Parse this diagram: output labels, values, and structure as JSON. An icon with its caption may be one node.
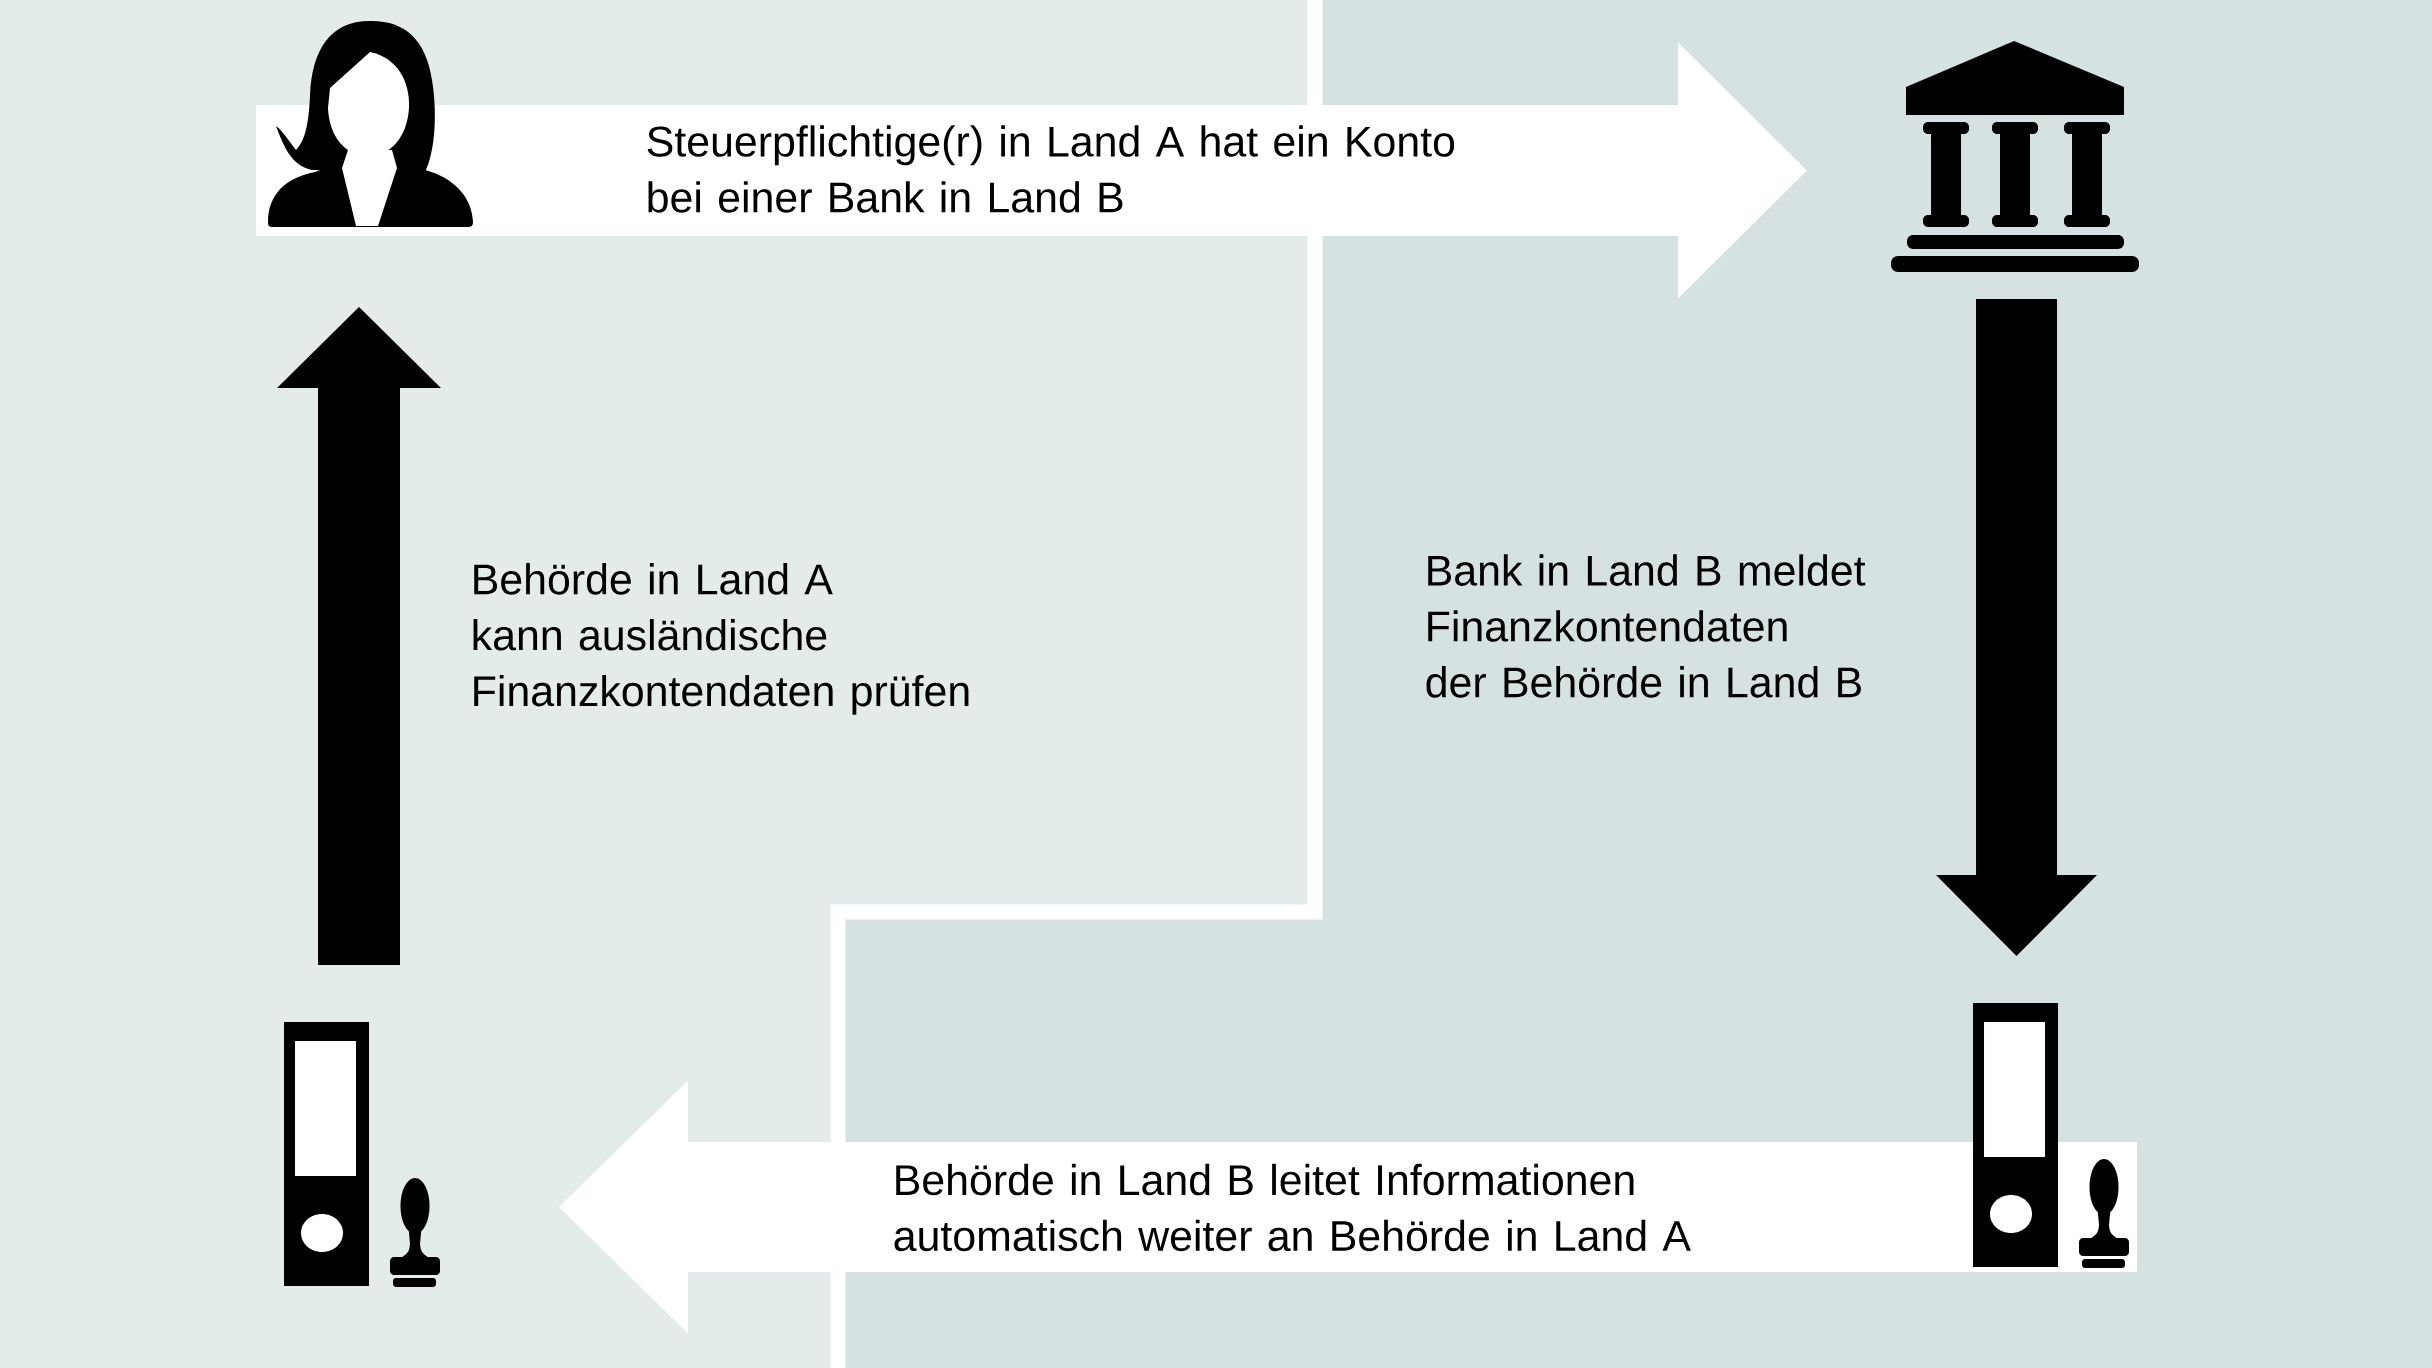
{
  "diagram": {
    "nodes": [
      {
        "text": [],
        "shape": "person"
      },
      {
        "text": [],
        "shape": "picture"
      },
      {
        "text": [],
        "shape": "picture"
      },
      {
        "text": [],
        "shape": "picture"
      }
    ],
    "edges": [
      {
        "from": 0,
        "to": 1,
        "arrow": "to",
        "label": "Steuerpflichtige(r) in Land A hat ein Konto bei einer Bank in Land B",
        "color": "#ffffff"
      },
      {
        "from": 1,
        "to": 2,
        "arrow": "to",
        "label": "Bank in Land B meldet Finanzkontendaten der Behörde in Land B",
        "color": "#000000"
      },
      {
        "from": 2,
        "to": 3,
        "arrow": "to",
        "label": "Behörde in Land B leitet Informationen automatisch weiter an Behörde in Land A",
        "color": "#ffffff"
      },
      {
        "from": 3,
        "to": 0,
        "arrow": "to",
        "label": "Behörde in Land A kann ausländische Finanzkontendaten prüfen",
        "color": "#000000"
      }
    ]
  }
}
